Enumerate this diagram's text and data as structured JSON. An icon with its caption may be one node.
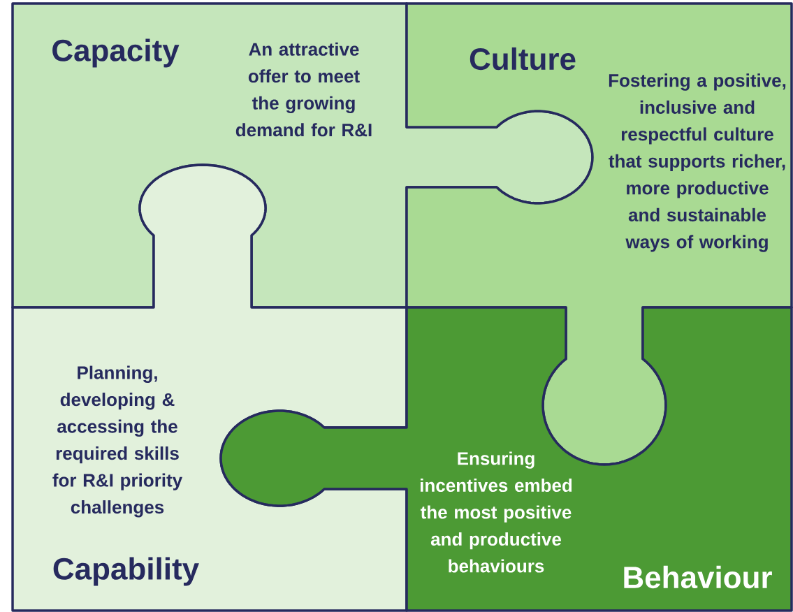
{
  "diagram": {
    "nodes": [
      {
        "text": [
          "Capacity",
          "An attractive offer to meet the growing demand for R&I"
        ]
      },
      {
        "text": [
          "Culture",
          "Fostering a positive, inclusive and respectful culture that supports richer, more productive and sustainable ways of working"
        ]
      },
      {
        "text": [
          "Planning, developing & accessing the required skills for R&I priority challenges",
          "Capability"
        ]
      },
      {
        "text": [
          "Behaviour",
          "Ensuring incentives embed the most positive and productive behaviours"
        ]
      }
    ]
  }
}
